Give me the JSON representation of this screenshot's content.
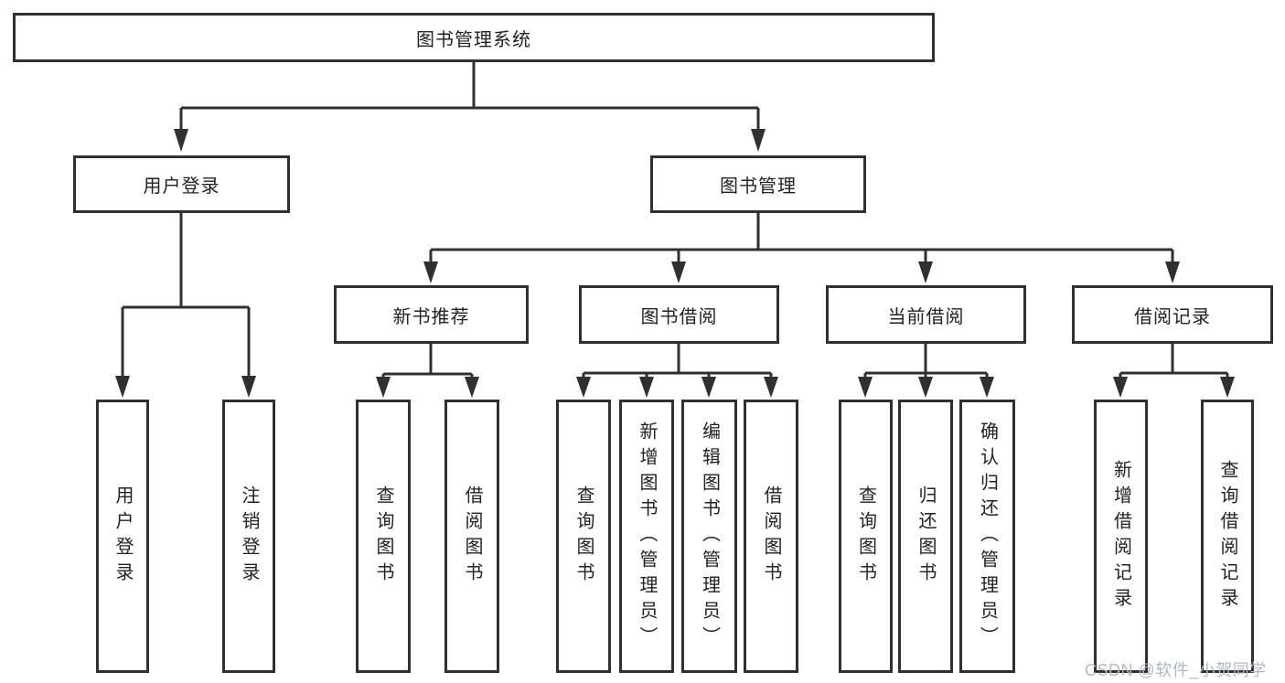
{
  "diagram": {
    "root": {
      "label": "图书管理系统"
    },
    "branches": [
      {
        "label": "用户登录",
        "children": [
          {
            "label": "用户登录"
          },
          {
            "label": "注销登录"
          }
        ]
      },
      {
        "label": "图书管理",
        "children": [
          {
            "label": "新书推荐",
            "children": [
              {
                "label": "查询图书"
              },
              {
                "label": "借阅图书"
              }
            ]
          },
          {
            "label": "图书借阅",
            "children": [
              {
                "label": "查询图书"
              },
              {
                "label": "新增图书（管理员）"
              },
              {
                "label": "编辑图书（管理员）"
              },
              {
                "label": "借阅图书"
              }
            ]
          },
          {
            "label": "当前借阅",
            "children": [
              {
                "label": "查询图书"
              },
              {
                "label": "归还图书"
              },
              {
                "label": "确认归还（管理员）"
              }
            ]
          },
          {
            "label": "借阅记录",
            "children": [
              {
                "label": "新增借阅记录"
              },
              {
                "label": "查询借阅记录"
              }
            ]
          }
        ]
      }
    ],
    "watermark": "CSDN @软件_小贺同学",
    "colors": {
      "line": "#303030",
      "border": "#303030",
      "text": "#222222",
      "watermark": "#b3b8c2",
      "background": "#ffffff"
    }
  }
}
